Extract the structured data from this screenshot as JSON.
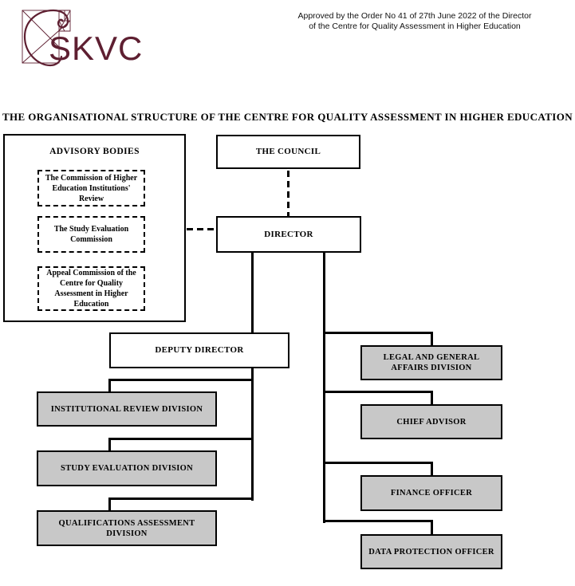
{
  "logo": {
    "text": "SKVC",
    "brand_color": "#5e1f31"
  },
  "approval": {
    "line1": "Approved by the Order No 41 of 27th June 2022 of the Director",
    "line2": "of the Centre for Quality Assessment in Higher Education"
  },
  "title": "THE ORGANISATIONAL STRUCTURE OF THE CENTRE FOR QUALITY ASSESSMENT IN HIGHER EDUCATION",
  "colors": {
    "box_fill_gray": "#c8c8c8",
    "box_fill_white": "#ffffff",
    "line": "#000000"
  },
  "org": {
    "advisory": {
      "label": "ADVISORY BODIES",
      "items": [
        "The Commission of Higher Education Institutions' Review",
        "The Study Evaluation Commission",
        "Appeal Commission of the Centre for Quality Assessment in Higher Education"
      ]
    },
    "council": {
      "label": "THE COUNCIL"
    },
    "director": {
      "label": "DIRECTOR"
    },
    "deputy_director": {
      "label": "DEPUTY DIRECTOR"
    },
    "institutional_review": {
      "label": "INSTITUTIONAL REVIEW DIVISION"
    },
    "study_evaluation": {
      "label": "STUDY EVALUATION DIVISION"
    },
    "qualifications_assessment": {
      "label": "QUALIFICATIONS ASSESSMENT DIVISION"
    },
    "legal_general_affairs": {
      "label": "LEGAL AND GENERAL AFFAIRS DIVISION"
    },
    "chief_advisor": {
      "label": "CHIEF ADVISOR"
    },
    "finance_officer": {
      "label": "FINANCE OFFICER"
    },
    "data_protection_officer": {
      "label": "DATA PROTECTION OFFICER"
    }
  }
}
